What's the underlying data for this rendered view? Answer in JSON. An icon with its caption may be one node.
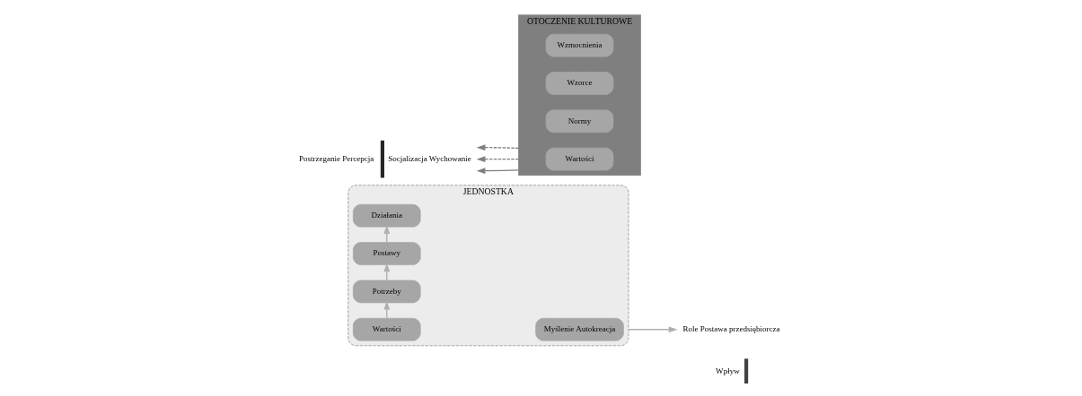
{
  "diagram": {
    "nodes": [
      {
        "text": [
          "JEDNOSTKA"
        ]
      },
      {
        "text": [
          "Wartości"
        ],
        "in": 0
      },
      {
        "text": [
          "Potrzeby"
        ],
        "in": 0
      },
      {
        "text": [
          "Postawy"
        ],
        "in": 0
      },
      {
        "text": [
          "Działania"
        ],
        "in": 0
      },
      {
        "text": [
          "Myślenie Autokreacja"
        ],
        "in": 0
      },
      {
        "text": [],
        "shape": "zigzag",
        "beside": [
          "Postrzeganie Percepcja",
          "Socjalizacja Wychowanie"
        ]
      },
      {
        "text": [
          "Role Postawa przedsiębiorcza"
        ]
      },
      {
        "text": [],
        "shape": "chevron",
        "beside": [
          "Wpływ"
        ]
      },
      {
        "text": [
          "OTOCZENIE KULTUROWE"
        ]
      },
      {
        "text": [
          "Wartości"
        ],
        "in": 9
      },
      {
        "text": [
          "Normy"
        ],
        "in": 9
      },
      {
        "text": [
          "Wzorce"
        ],
        "in": 9
      },
      {
        "text": [
          "Wzmocnienia"
        ],
        "in": 9
      }
    ],
    "edges": [
      {
        "from": 1,
        "to": 2,
        "arrow": "to"
      },
      {
        "from": 2,
        "to": 3,
        "arrow": "to"
      },
      {
        "from": 3,
        "to": 4,
        "arrow": "to"
      },
      {
        "from": 0,
        "to": 7,
        "arrow": "to"
      },
      {
        "from": 9,
        "to": 6,
        "arrow": "to",
        "color": "#7f7f7f"
      },
      {
        "from": 9,
        "to": 6,
        "arrow": "to",
        "style": "dashed",
        "color": "#7f7f7f"
      },
      {
        "from": 9,
        "to": 6,
        "arrow": "to",
        "style": "dashed",
        "color": "#7f7f7f"
      }
    ]
  }
}
